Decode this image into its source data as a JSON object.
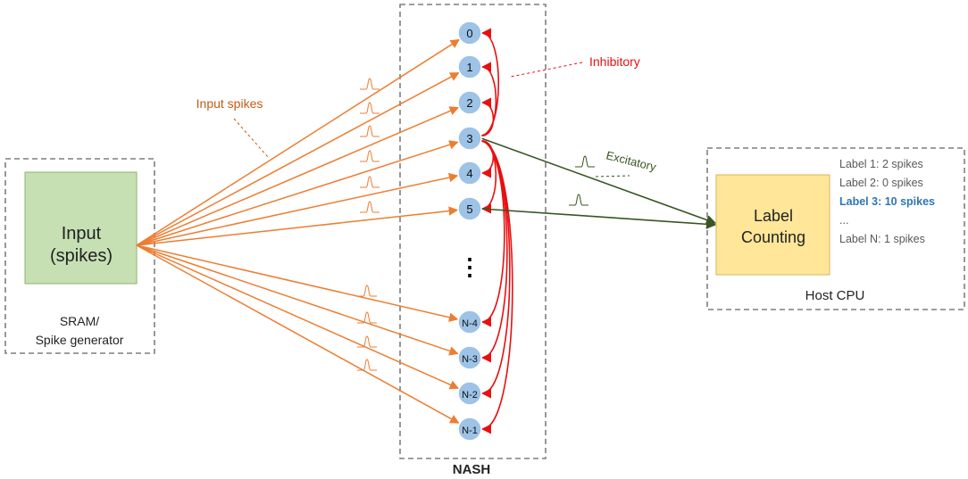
{
  "input_block": {
    "title_line1": "Input",
    "title_line2": "(spikes)",
    "caption_line1": "SRAM/",
    "caption_line2": "Spike generator",
    "fill_color": "#c6e0b4",
    "stroke_color": "#8cb369"
  },
  "nash_block": {
    "caption": "NASH",
    "ellipsis": "⋮",
    "neuron_fill_color": "#9dc3e6",
    "neurons": [
      "0",
      "1",
      "2",
      "3",
      "4",
      "5",
      "N-4",
      "N-3",
      "N-2",
      "N-1"
    ]
  },
  "host_block": {
    "title_line1": "Label",
    "title_line2": "Counting",
    "caption": "Host CPU",
    "fill_color": "#ffe699",
    "labels": [
      {
        "text": "Label 1: 2 spikes",
        "highlight": false
      },
      {
        "text": "Label 2: 0 spikes",
        "highlight": false
      },
      {
        "text": "Label 3: 10 spikes",
        "highlight": true
      },
      {
        "text": "...",
        "highlight": false
      },
      {
        "text": "Label N: 1 spikes",
        "highlight": false
      }
    ],
    "highlight_color": "#2e75b6",
    "text_color": "#595959"
  },
  "annotations": {
    "input_spikes": "Input spikes",
    "inhibitory": "Inhibitory",
    "excitatory": "Excitatory"
  },
  "colors": {
    "input_spike": "#ed7d31",
    "inhibitory": "#e81010",
    "excitatory": "#375623",
    "box_dash": "#7f7f7f"
  },
  "icons": [
    "spike-pulse-icon"
  ]
}
